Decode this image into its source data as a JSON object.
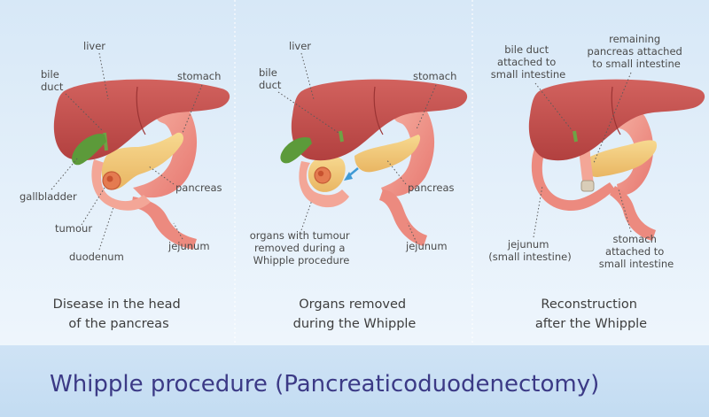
{
  "title": "Whipple procedure (Pancreaticoduodenectomy)",
  "colors": {
    "liver": "#c9514f",
    "liver_dark": "#a83a3b",
    "stomach": "#ee8f84",
    "stomach_light": "#f8c1b3",
    "pancreas": "#f1c778",
    "gallbladder": "#5c9a3a",
    "tumour": "#e27a4e",
    "title": "#3c3a86"
  },
  "panels": [
    {
      "caption_lines": [
        "Disease in the head",
        "of the pancreas"
      ],
      "labels": {
        "liver": "liver",
        "bile_duct": [
          "bile",
          "duct"
        ],
        "stomach": "stomach",
        "gallbladder": "gallbladder",
        "pancreas": "pancreas",
        "tumour": "tumour",
        "jejunum": "jejunum",
        "duodenum": "duodenum"
      }
    },
    {
      "caption_lines": [
        "Organs removed",
        "during the Whipple"
      ],
      "labels": {
        "liver": "liver",
        "bile_duct": [
          "bile",
          "duct"
        ],
        "stomach": "stomach",
        "pancreas": "pancreas",
        "jejunum": "jejunum",
        "organs_removed": [
          "organs with tumour",
          "removed during a",
          "Whipple procedure"
        ]
      }
    },
    {
      "caption_lines": [
        "Reconstruction",
        "after the Whipple"
      ],
      "labels": {
        "bile_duct_attached": [
          "bile duct",
          "attached to",
          "small intestine"
        ],
        "pancreas_attached": [
          "remaining",
          "pancreas attached",
          "to small intestine"
        ],
        "jejunum_small": [
          "jejunum",
          "(small intestine)"
        ],
        "stomach_attached": [
          "stomach",
          "attached to",
          "small intestine"
        ]
      }
    }
  ]
}
